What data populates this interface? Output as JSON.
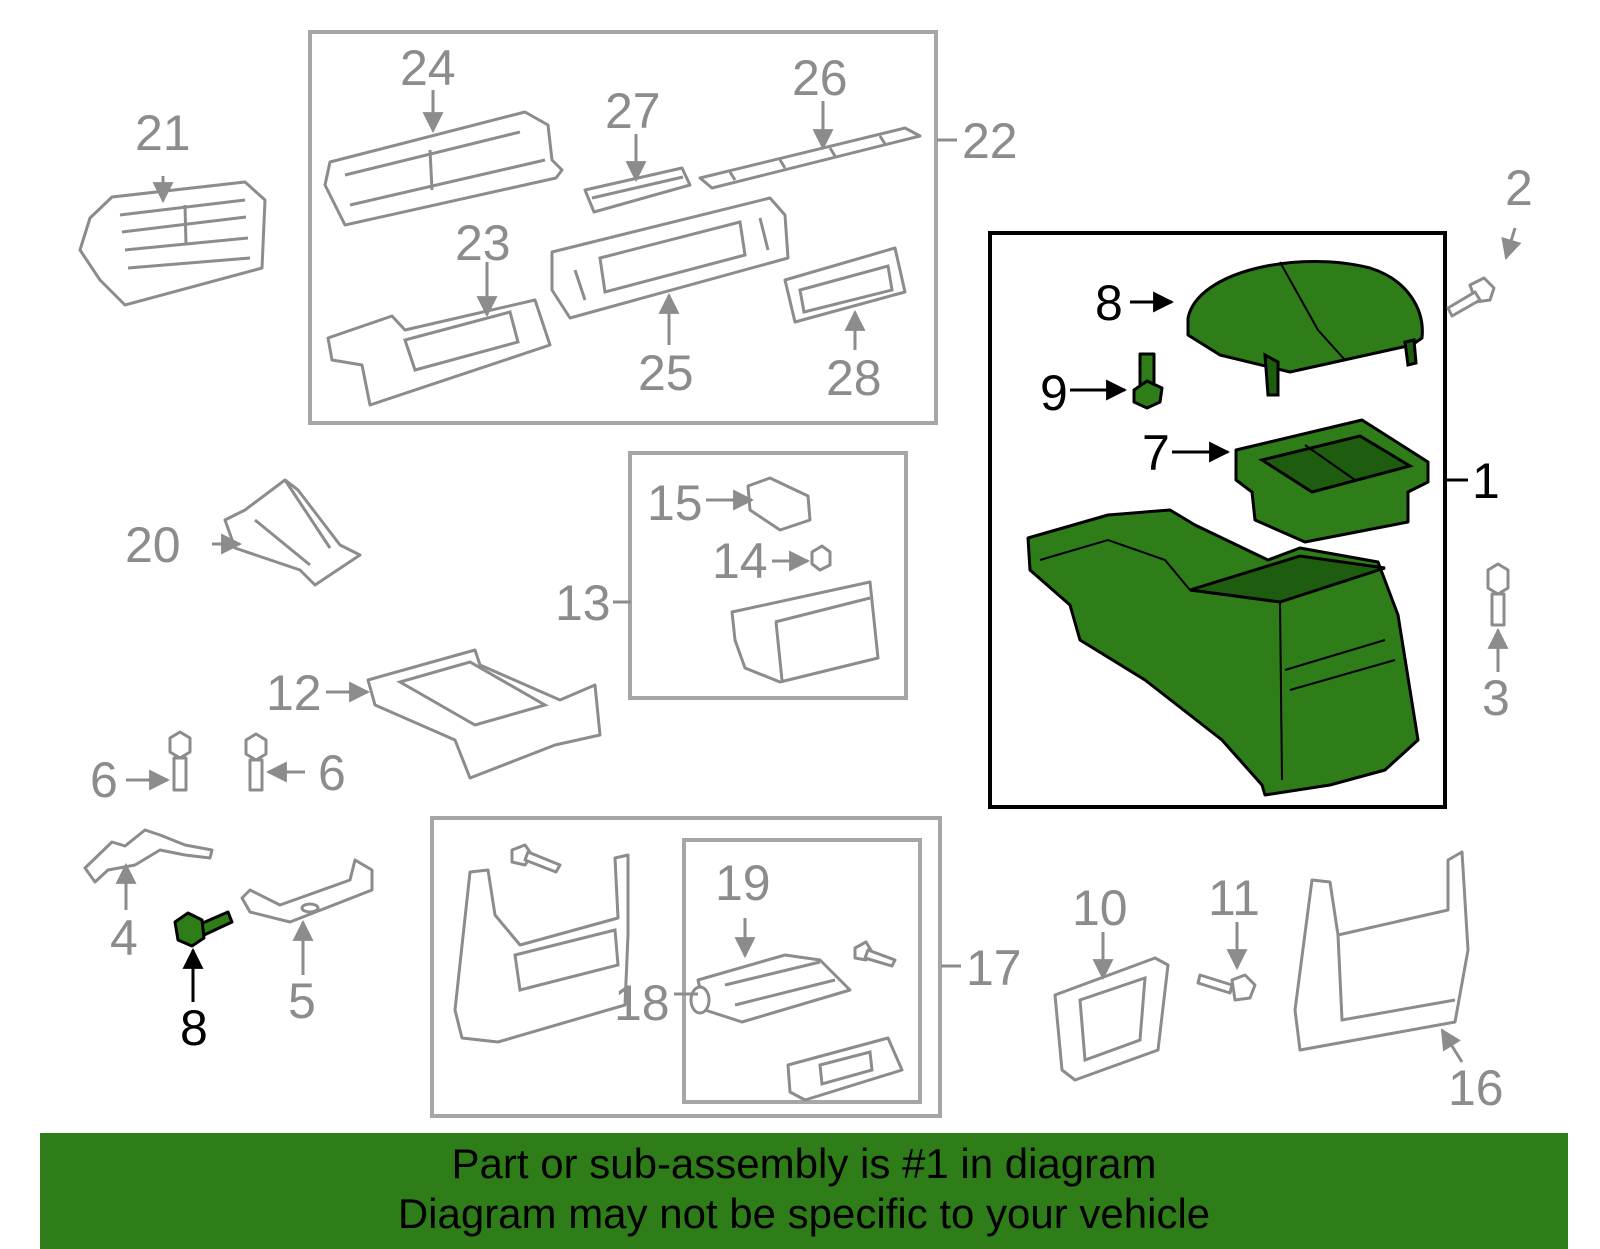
{
  "callouts": {
    "n1": "1",
    "n2": "2",
    "n3": "3",
    "n4": "4",
    "n5": "5",
    "n6a": "6",
    "n6b": "6",
    "n7": "7",
    "n8a": "8",
    "n8b": "8",
    "n9": "9",
    "n10": "10",
    "n11": "11",
    "n12": "12",
    "n13": "13",
    "n14": "14",
    "n15": "15",
    "n16": "16",
    "n17": "17",
    "n18": "18",
    "n19": "19",
    "n20": "20",
    "n21": "21",
    "n22": "22",
    "n23": "23",
    "n24": "24",
    "n25": "25",
    "n26": "26",
    "n27": "27",
    "n28": "28"
  },
  "banner": {
    "line1": "Part or sub-assembly is #1 in diagram",
    "line2": "Diagram may not be specific to your vehicle"
  },
  "colors": {
    "highlight_green": "#2e7d19",
    "part_gray": "#8c8c8c"
  }
}
